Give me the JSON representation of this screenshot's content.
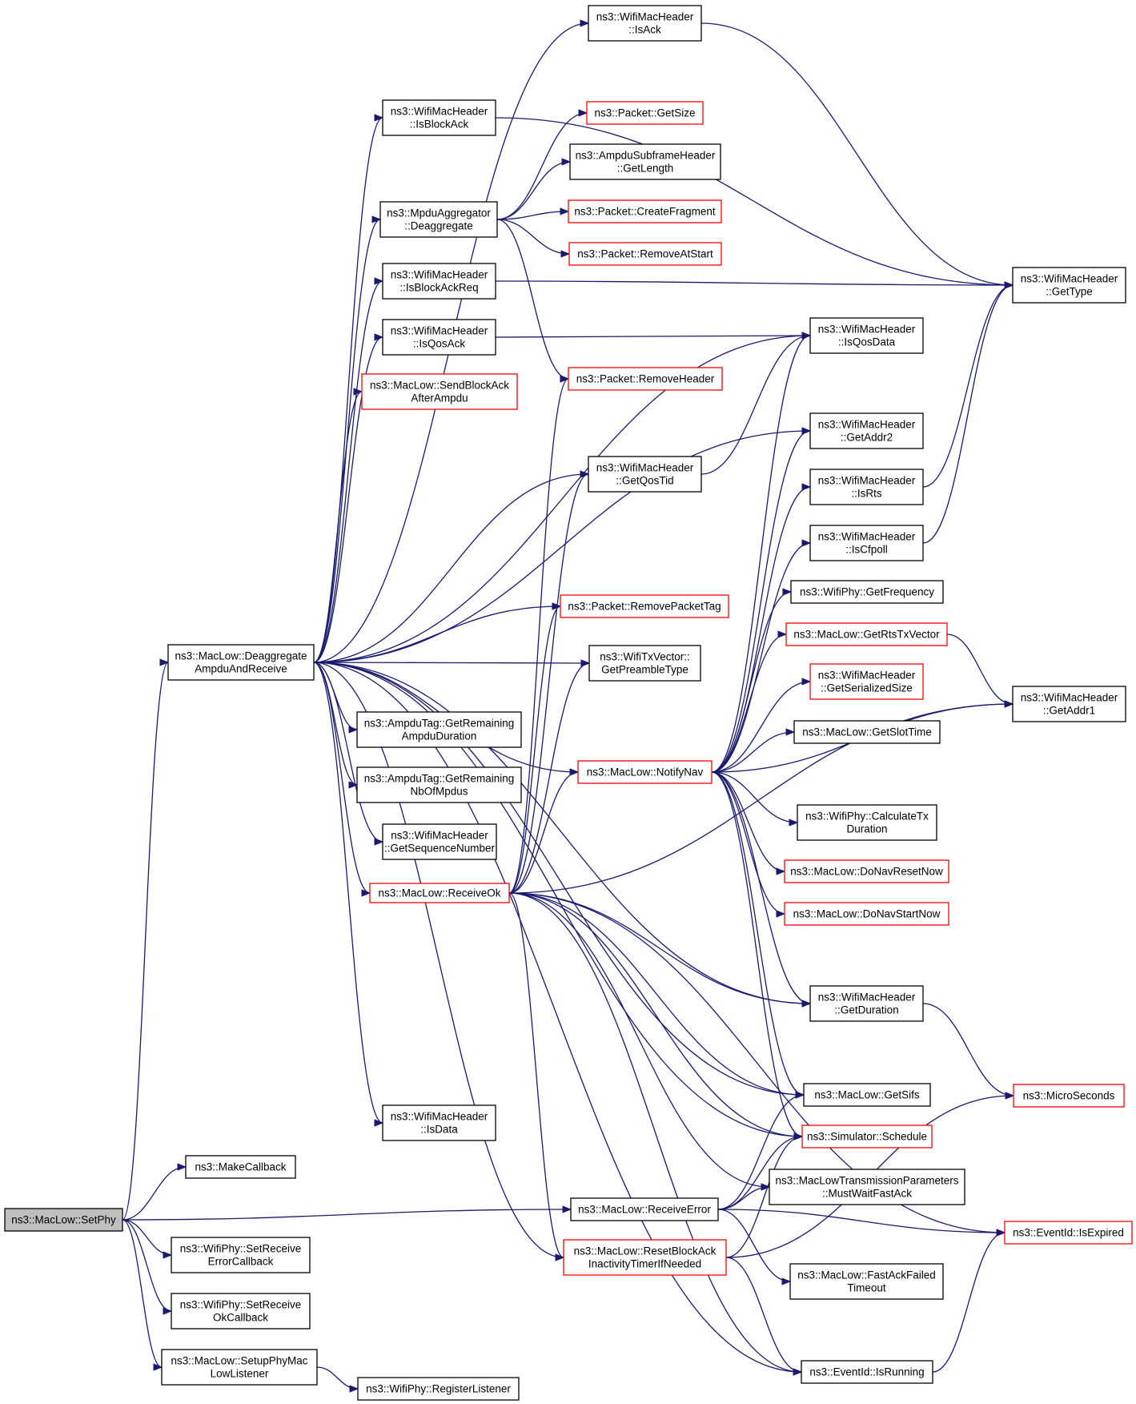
{
  "colors": {
    "edge": "#191970",
    "box_normal": "#000000",
    "box_truncated": "#ff0000",
    "box_focus_fill": "#bfbfbf",
    "box_fill": "#ffffff"
  },
  "nodes": [
    {
      "id": "setphy",
      "lines": [
        "ns3::MacLow::SetPhy"
      ],
      "style": "focus"
    },
    {
      "id": "deagg_recv",
      "lines": [
        "ns3::MacLow::Deaggregate",
        "AmpduAndReceive"
      ],
      "style": "normal"
    },
    {
      "id": "makecallback",
      "lines": [
        "ns3::MakeCallback"
      ],
      "style": "normal"
    },
    {
      "id": "setrecverr",
      "lines": [
        "ns3::WifiPhy::SetReceive",
        "ErrorCallback"
      ],
      "style": "normal"
    },
    {
      "id": "setrecvok",
      "lines": [
        "ns3::WifiPhy::SetReceive",
        "OkCallback"
      ],
      "style": "normal"
    },
    {
      "id": "setupphy",
      "lines": [
        "ns3::MacLow::SetupPhyMac",
        "LowListener"
      ],
      "style": "normal"
    },
    {
      "id": "reglistener",
      "lines": [
        "ns3::WifiPhy::RegisterListener"
      ],
      "style": "normal"
    },
    {
      "id": "isack",
      "lines": [
        "ns3::WifiMacHeader",
        "::IsAck"
      ],
      "style": "normal"
    },
    {
      "id": "isblockack",
      "lines": [
        "ns3::WifiMacHeader",
        "::IsBlockAck"
      ],
      "style": "normal"
    },
    {
      "id": "mpdu_deagg",
      "lines": [
        "ns3::MpduAggregator",
        "::Deaggregate"
      ],
      "style": "normal"
    },
    {
      "id": "isblockackreq",
      "lines": [
        "ns3::WifiMacHeader",
        "::IsBlockAckReq"
      ],
      "style": "normal"
    },
    {
      "id": "isqosack",
      "lines": [
        "ns3::WifiMacHeader",
        "::IsQosAck"
      ],
      "style": "normal"
    },
    {
      "id": "sendblockack",
      "lines": [
        "ns3::MacLow::SendBlockAck",
        "AfterAmpdu"
      ],
      "style": "truncated"
    },
    {
      "id": "ampdu_dur",
      "lines": [
        "ns3::AmpduTag::GetRemaining",
        "AmpduDuration"
      ],
      "style": "normal"
    },
    {
      "id": "ampdu_nb",
      "lines": [
        "ns3::AmpduTag::GetRemaining",
        "NbOfMpdus"
      ],
      "style": "normal"
    },
    {
      "id": "getseqnum",
      "lines": [
        "ns3::WifiMacHeader",
        "::GetSequenceNumber"
      ],
      "style": "normal"
    },
    {
      "id": "receiveok",
      "lines": [
        "ns3::MacLow::ReceiveOk"
      ],
      "style": "truncated"
    },
    {
      "id": "isdata",
      "lines": [
        "ns3::WifiMacHeader",
        "::IsData"
      ],
      "style": "normal"
    },
    {
      "id": "getsize",
      "lines": [
        "ns3::Packet::GetSize"
      ],
      "style": "truncated"
    },
    {
      "id": "getlength",
      "lines": [
        "ns3::AmpduSubframeHeader",
        "::GetLength"
      ],
      "style": "normal"
    },
    {
      "id": "createfrag",
      "lines": [
        "ns3::Packet::CreateFragment"
      ],
      "style": "truncated"
    },
    {
      "id": "removeatstart",
      "lines": [
        "ns3::Packet::RemoveAtStart"
      ],
      "style": "truncated"
    },
    {
      "id": "removeheader",
      "lines": [
        "ns3::Packet::RemoveHeader"
      ],
      "style": "truncated"
    },
    {
      "id": "getqostid",
      "lines": [
        "ns3::WifiMacHeader",
        "::GetQosTid"
      ],
      "style": "normal"
    },
    {
      "id": "removepackettag",
      "lines": [
        "ns3::Packet::RemovePacketTag"
      ],
      "style": "truncated"
    },
    {
      "id": "getpreamble",
      "lines": [
        "ns3::WifiTxVector::",
        "GetPreambleType"
      ],
      "style": "normal"
    },
    {
      "id": "notifynav",
      "lines": [
        "ns3::MacLow::NotifyNav"
      ],
      "style": "truncated"
    },
    {
      "id": "receiveerror",
      "lines": [
        "ns3::MacLow::ReceiveError"
      ],
      "style": "normal"
    },
    {
      "id": "resetblockack",
      "lines": [
        "ns3::MacLow::ResetBlockAck",
        "InactivityTimerIfNeeded"
      ],
      "style": "truncated"
    },
    {
      "id": "isqosdata",
      "lines": [
        "ns3::WifiMacHeader",
        "::IsQosData"
      ],
      "style": "normal"
    },
    {
      "id": "getaddr2",
      "lines": [
        "ns3::WifiMacHeader",
        "::GetAddr2"
      ],
      "style": "normal"
    },
    {
      "id": "isrts",
      "lines": [
        "ns3::WifiMacHeader",
        "::IsRts"
      ],
      "style": "normal"
    },
    {
      "id": "iscfpoll",
      "lines": [
        "ns3::WifiMacHeader",
        "::IsCfpoll"
      ],
      "style": "normal"
    },
    {
      "id": "getfreq",
      "lines": [
        "ns3::WifiPhy::GetFrequency"
      ],
      "style": "normal"
    },
    {
      "id": "getrtstxv",
      "lines": [
        "ns3::MacLow::GetRtsTxVector"
      ],
      "style": "truncated"
    },
    {
      "id": "getserialized",
      "lines": [
        "ns3::WifiMacHeader",
        "::GetSerializedSize"
      ],
      "style": "truncated"
    },
    {
      "id": "getslottime",
      "lines": [
        "ns3::MacLow::GetSlotTime"
      ],
      "style": "normal"
    },
    {
      "id": "calctxdur",
      "lines": [
        "ns3::WifiPhy::CalculateTx",
        "Duration"
      ],
      "style": "normal"
    },
    {
      "id": "donavreset",
      "lines": [
        "ns3::MacLow::DoNavResetNow"
      ],
      "style": "truncated"
    },
    {
      "id": "donavstart",
      "lines": [
        "ns3::MacLow::DoNavStartNow"
      ],
      "style": "truncated"
    },
    {
      "id": "getduration",
      "lines": [
        "ns3::WifiMacHeader",
        "::GetDuration"
      ],
      "style": "normal"
    },
    {
      "id": "getsifs",
      "lines": [
        "ns3::MacLow::GetSifs"
      ],
      "style": "normal"
    },
    {
      "id": "schedule",
      "lines": [
        "ns3::Simulator::Schedule"
      ],
      "style": "truncated"
    },
    {
      "id": "mustwait",
      "lines": [
        "ns3::MacLowTransmissionParameters",
        "::MustWaitFastAck"
      ],
      "style": "normal"
    },
    {
      "id": "fastackfail",
      "lines": [
        "ns3::MacLow::FastAckFailed",
        "Timeout"
      ],
      "style": "normal"
    },
    {
      "id": "isrunning",
      "lines": [
        "ns3::EventId::IsRunning"
      ],
      "style": "normal"
    },
    {
      "id": "gettype",
      "lines": [
        "ns3::WifiMacHeader",
        "::GetType"
      ],
      "style": "normal"
    },
    {
      "id": "getaddr1",
      "lines": [
        "ns3::WifiMacHeader",
        "::GetAddr1"
      ],
      "style": "normal"
    },
    {
      "id": "microseconds",
      "lines": [
        "ns3::MicroSeconds"
      ],
      "style": "truncated"
    },
    {
      "id": "isexpired",
      "lines": [
        "ns3::EventId::IsExpired"
      ],
      "style": "truncated"
    }
  ],
  "edges": [
    [
      "setphy",
      "deagg_recv"
    ],
    [
      "setphy",
      "makecallback"
    ],
    [
      "setphy",
      "receiveerror"
    ],
    [
      "setphy",
      "setrecverr"
    ],
    [
      "setphy",
      "setrecvok"
    ],
    [
      "setphy",
      "setupphy"
    ],
    [
      "setupphy",
      "reglistener"
    ],
    [
      "deagg_recv",
      "isack"
    ],
    [
      "deagg_recv",
      "isblockack"
    ],
    [
      "deagg_recv",
      "mpdu_deagg"
    ],
    [
      "deagg_recv",
      "isblockackreq"
    ],
    [
      "deagg_recv",
      "isqosack"
    ],
    [
      "deagg_recv",
      "sendblockack"
    ],
    [
      "deagg_recv",
      "isqosdata"
    ],
    [
      "deagg_recv",
      "getqostid"
    ],
    [
      "deagg_recv",
      "getaddr2"
    ],
    [
      "deagg_recv",
      "removepackettag"
    ],
    [
      "deagg_recv",
      "getpreamble"
    ],
    [
      "deagg_recv",
      "notifynav"
    ],
    [
      "deagg_recv",
      "ampdu_dur"
    ],
    [
      "deagg_recv",
      "ampdu_nb"
    ],
    [
      "deagg_recv",
      "getseqnum"
    ],
    [
      "deagg_recv",
      "receiveok"
    ],
    [
      "deagg_recv",
      "getduration"
    ],
    [
      "deagg_recv",
      "getsifs"
    ],
    [
      "deagg_recv",
      "isdata"
    ],
    [
      "deagg_recv",
      "schedule"
    ],
    [
      "deagg_recv",
      "resetblockack"
    ],
    [
      "deagg_recv",
      "isrunning"
    ],
    [
      "mpdu_deagg",
      "getsize"
    ],
    [
      "mpdu_deagg",
      "getlength"
    ],
    [
      "mpdu_deagg",
      "createfrag"
    ],
    [
      "mpdu_deagg",
      "removeatstart"
    ],
    [
      "mpdu_deagg",
      "removeheader"
    ],
    [
      "isack",
      "gettype"
    ],
    [
      "isblockack",
      "gettype"
    ],
    [
      "isblockackreq",
      "gettype"
    ],
    [
      "isqosack",
      "isqosdata"
    ],
    [
      "getqostid",
      "isqosdata"
    ],
    [
      "isrts",
      "gettype"
    ],
    [
      "iscfpoll",
      "gettype"
    ],
    [
      "receiveok",
      "removeheader"
    ],
    [
      "receiveok",
      "getqostid"
    ],
    [
      "receiveok",
      "removepackettag"
    ],
    [
      "receiveok",
      "getpreamble"
    ],
    [
      "receiveok",
      "notifynav"
    ],
    [
      "receiveok",
      "getaddr1"
    ],
    [
      "receiveok",
      "getduration"
    ],
    [
      "receiveok",
      "getsifs"
    ],
    [
      "receiveok",
      "schedule"
    ],
    [
      "receiveok",
      "mustwait"
    ],
    [
      "receiveok",
      "resetblockack"
    ],
    [
      "receiveok",
      "isexpired"
    ],
    [
      "receiveok",
      "isrunning"
    ],
    [
      "notifynav",
      "isqosdata"
    ],
    [
      "notifynav",
      "getaddr2"
    ],
    [
      "notifynav",
      "isrts"
    ],
    [
      "notifynav",
      "iscfpoll"
    ],
    [
      "notifynav",
      "getfreq"
    ],
    [
      "notifynav",
      "getrtstxv"
    ],
    [
      "notifynav",
      "getserialized"
    ],
    [
      "notifynav",
      "getslottime"
    ],
    [
      "notifynav",
      "getaddr1"
    ],
    [
      "notifynav",
      "calctxdur"
    ],
    [
      "notifynav",
      "donavreset"
    ],
    [
      "notifynav",
      "donavstart"
    ],
    [
      "notifynav",
      "getduration"
    ],
    [
      "notifynav",
      "getsifs"
    ],
    [
      "notifynav",
      "schedule"
    ],
    [
      "getrtstxv",
      "getaddr1"
    ],
    [
      "getduration",
      "microseconds"
    ],
    [
      "receiveerror",
      "getsifs"
    ],
    [
      "receiveerror",
      "schedule"
    ],
    [
      "receiveerror",
      "mustwait"
    ],
    [
      "receiveerror",
      "isexpired"
    ],
    [
      "receiveerror",
      "fastackfail"
    ],
    [
      "resetblockack",
      "schedule"
    ],
    [
      "resetblockack",
      "microseconds"
    ],
    [
      "resetblockack",
      "isrunning"
    ],
    [
      "isrunning",
      "isexpired"
    ]
  ]
}
